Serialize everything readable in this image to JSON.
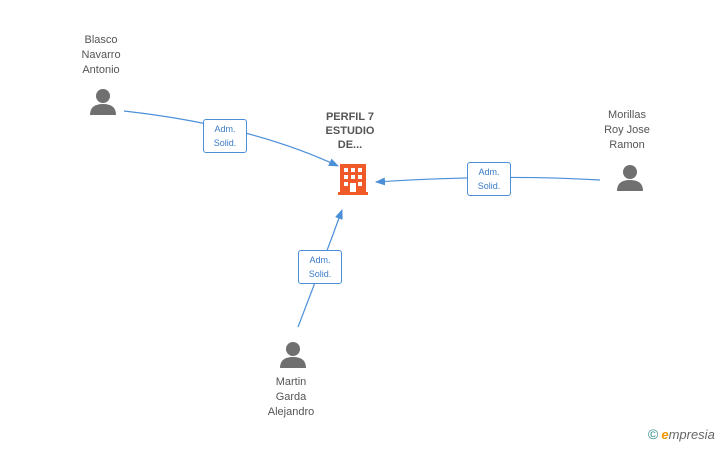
{
  "company": {
    "name_lines": [
      "PERFIL 7",
      "ESTUDIO",
      "DE..."
    ],
    "icon": "building-icon",
    "color": "#f05a28"
  },
  "persons": [
    {
      "id": "blasco",
      "name_lines": [
        "Blasco",
        "Navarro",
        "Antonio"
      ],
      "icon": "person-icon",
      "role_lines": [
        "Adm.",
        "Solid."
      ]
    },
    {
      "id": "morillas",
      "name_lines": [
        "Morillas",
        "Roy Jose",
        "Ramon"
      ],
      "icon": "person-icon",
      "role_lines": [
        "Adm.",
        "Solid."
      ]
    },
    {
      "id": "martin",
      "name_lines": [
        "Martin",
        "Garda",
        "Alejandro"
      ],
      "icon": "person-icon",
      "role_lines": [
        "Adm.",
        "Solid."
      ]
    }
  ],
  "colors": {
    "edge": "#4a8fd8",
    "person_icon": "#707070",
    "label_text": "#555555"
  },
  "watermark": {
    "copyright_symbol": "©",
    "brand_initial": "e",
    "brand_rest": "mpresia"
  }
}
